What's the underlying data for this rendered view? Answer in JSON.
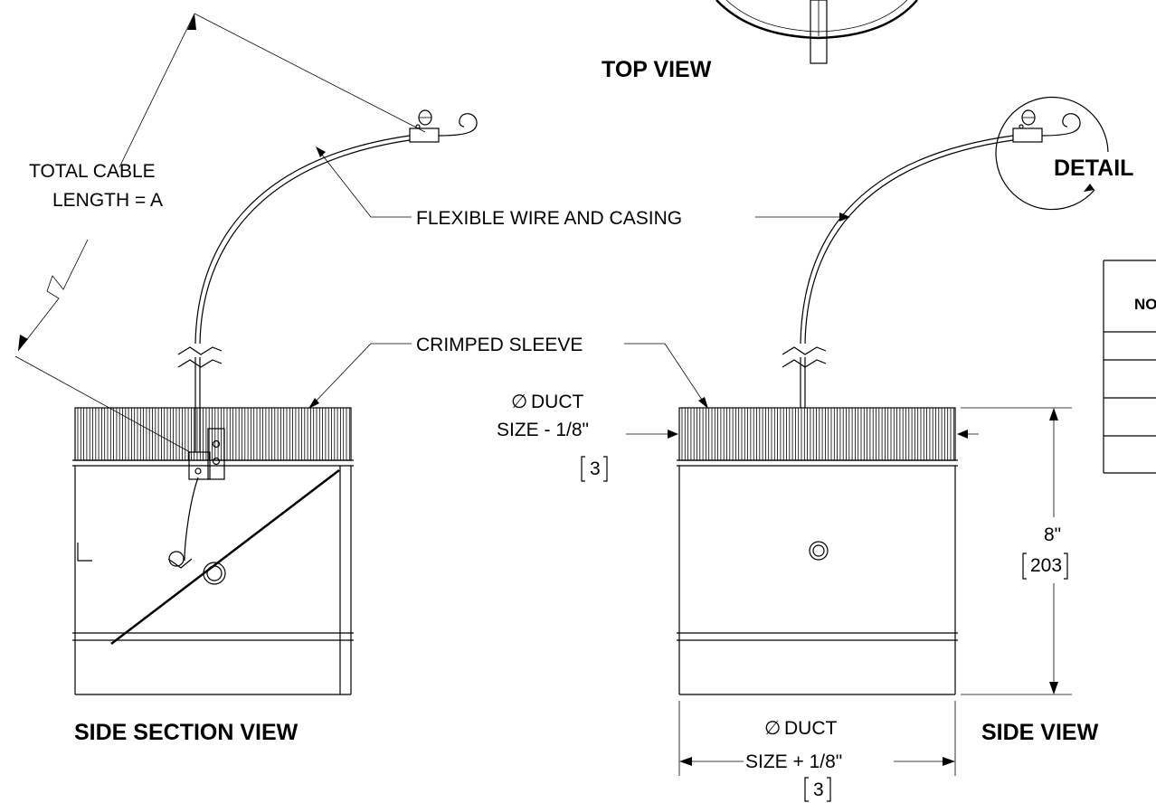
{
  "views": {
    "top": "TOP VIEW",
    "side_section": "SIDE SECTION VIEW",
    "side": "SIDE VIEW",
    "detail": "DETAIL"
  },
  "callouts": {
    "total_cable_line1": "TOTAL CABLE",
    "total_cable_line2": "LENGTH = A",
    "flexible_wire": "FLEXIBLE WIRE AND CASING",
    "crimped_sleeve": "CRIMPED SLEEVE"
  },
  "dimensions": {
    "sleeve_dia_line1": "DUCT",
    "sleeve_dia_line2": "SIZE - 1/8\"",
    "sleeve_dia_metric": "3",
    "height_in": "8\"",
    "height_metric": "203",
    "width_dia_line1": "DUCT",
    "width_dia_line2": "SIZE + 1/8\"",
    "width_dia_metric": "3",
    "diameter_symbol": "∅"
  },
  "table": {
    "header_partial": "NO"
  }
}
